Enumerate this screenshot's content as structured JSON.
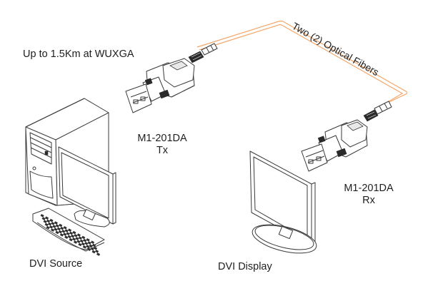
{
  "diagram": {
    "distance_note": "Up to 1.5Km at WUXGA",
    "fiber_label": "Two (2) Optical Fibers",
    "fiber_color": "#f5a76a",
    "transmitter": {
      "model": "M1-201DA",
      "role": "Tx"
    },
    "receiver": {
      "model": "M1-201DA",
      "role": "Rx"
    },
    "source_label": "DVI Source",
    "display_label": "DVI Display"
  }
}
